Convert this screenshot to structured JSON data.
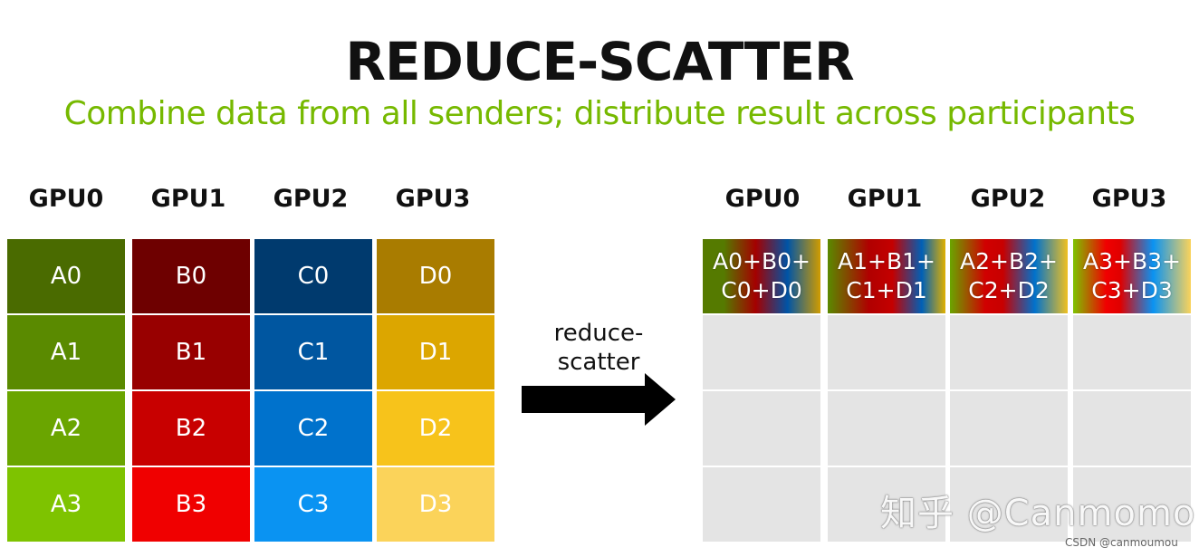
{
  "title": "REDUCE-SCATTER",
  "subtitle": "Combine data from all senders; distribute result across participants",
  "before": {
    "headers": [
      "GPU0",
      "GPU1",
      "GPU2",
      "GPU3"
    ],
    "columns": [
      {
        "cells": [
          "A0",
          "A1",
          "A2",
          "A3"
        ],
        "colors": [
          "#4a6b00",
          "#5a8a00",
          "#6aa500",
          "#7ec300"
        ]
      },
      {
        "cells": [
          "B0",
          "B1",
          "B2",
          "B3"
        ],
        "colors": [
          "#6e0000",
          "#980000",
          "#c80000",
          "#f00000"
        ]
      },
      {
        "cells": [
          "C0",
          "C1",
          "C2",
          "C3"
        ],
        "colors": [
          "#003a6e",
          "#0056a0",
          "#0072cc",
          "#0a93f2"
        ]
      },
      {
        "cells": [
          "D0",
          "D1",
          "D2",
          "D3"
        ],
        "colors": [
          "#a97c00",
          "#dca600",
          "#f7c31b",
          "#fbd35a"
        ]
      }
    ]
  },
  "arrow_label_line1": "reduce-",
  "arrow_label_line2": "scatter",
  "after": {
    "headers": [
      "GPU0",
      "GPU1",
      "GPU2",
      "GPU3"
    ],
    "results": [
      {
        "line1": "A0+B0+",
        "line2": "C0+D0"
      },
      {
        "line1": "A1+B1+",
        "line2": "C1+D1"
      },
      {
        "line1": "A2+B2+",
        "line2": "C2+D2"
      },
      {
        "line1": "A3+B3+",
        "line2": "C3+D3"
      }
    ],
    "empty_rows": 3
  },
  "watermark": "知乎 @Canmomo",
  "credit": "CSDN @canmoumou"
}
